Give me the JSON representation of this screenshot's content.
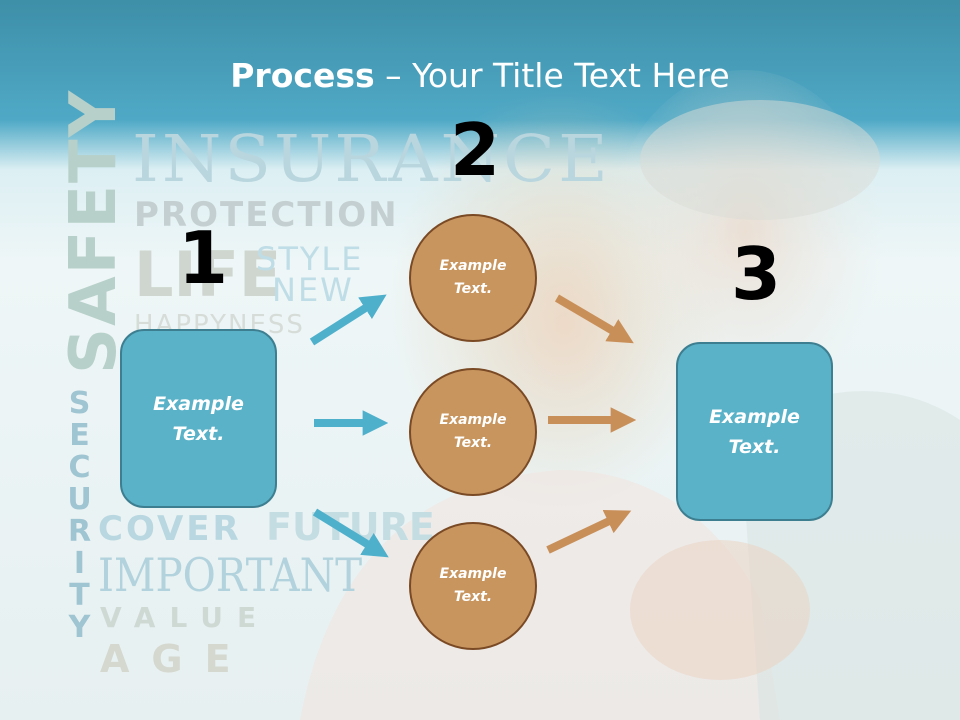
{
  "title": {
    "bold": "Process",
    "rest": " – Your Title Text Here"
  },
  "numbers": [
    "1",
    "2",
    "3"
  ],
  "left_box": {
    "line1": "Example",
    "line2": "Text."
  },
  "circles": [
    {
      "line1": "Example",
      "line2": "Text."
    },
    {
      "line1": "Example",
      "line2": "Text."
    },
    {
      "line1": "Example",
      "line2": "Text."
    }
  ],
  "right_box": {
    "line1": "Example",
    "line2": "Text."
  },
  "background_words": {
    "insurance": "INSURANCE",
    "protection": "PROTECTION",
    "life": "LIFE",
    "style": "STYLE",
    "new": "NEW",
    "happyness": "HAPPYNESS",
    "safety": "SAFETY",
    "security": "SECURITY",
    "cover": "COVER",
    "future": "FUTURE",
    "important": "IMPORTANT",
    "value": "VALUE",
    "age": "AGE"
  },
  "colors": {
    "header": "#4fa9c6",
    "box": "#5ab2c8",
    "circle": "#c8955e",
    "blue_arrow": "#4fb0cc",
    "brown_arrow": "#c98f59"
  }
}
